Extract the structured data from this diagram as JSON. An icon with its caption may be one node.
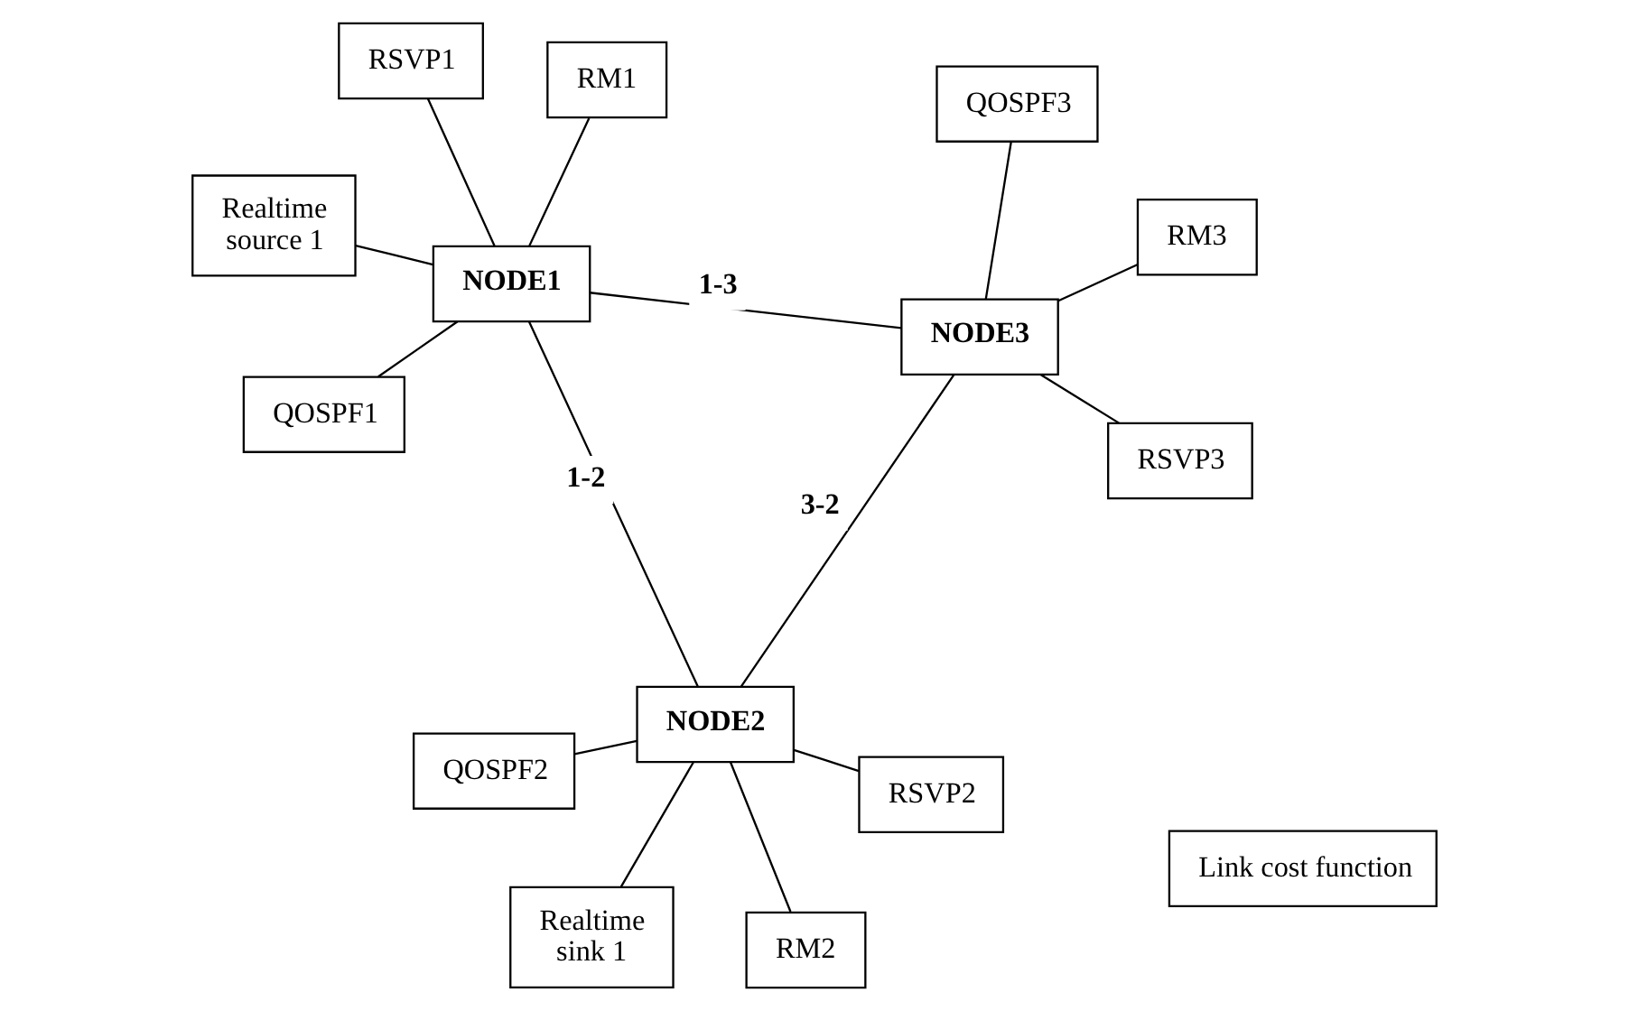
{
  "diagram": {
    "nodes": [
      {
        "text": [
          "Realtime source 1"
        ]
      },
      {
        "text": [
          "RM1"
        ]
      },
      {
        "text": [
          "QOSPF1"
        ]
      },
      {
        "text": [
          "RSVP1"
        ]
      },
      {
        "text": [
          "NODE1"
        ]
      },
      {
        "text": [
          "QOSPF2"
        ]
      },
      {
        "text": [
          "Realtime sink 1"
        ]
      },
      {
        "text": [
          "NODE2"
        ]
      },
      {
        "text": [
          "RM2"
        ]
      },
      {
        "text": [
          "RSVP2"
        ]
      },
      {
        "text": [
          "RSVP3"
        ]
      },
      {
        "text": [
          "NODE3"
        ]
      },
      {
        "text": [
          "RM3"
        ]
      },
      {
        "text": [
          "QOSPF3"
        ]
      },
      {
        "text": [
          "Link cost function"
        ]
      }
    ],
    "edges": [
      {
        "from": 1,
        "to": 4,
        "arrow": "none"
      },
      {
        "from": 0,
        "to": 4,
        "arrow": "none"
      },
      {
        "from": 2,
        "to": 4,
        "arrow": "none"
      },
      {
        "from": 3,
        "to": 4,
        "arrow": "none"
      },
      {
        "from": 4,
        "to": 7,
        "arrow": "none",
        "label": "1-2"
      },
      {
        "from": 4,
        "to": 11,
        "arrow": "none",
        "label": "1-3"
      },
      {
        "from": 11,
        "to": 7,
        "arrow": "none",
        "label": "3-2"
      },
      {
        "from": 5,
        "to": 7,
        "arrow": "none"
      },
      {
        "from": 6,
        "to": 7,
        "arrow": "none"
      },
      {
        "from": 8,
        "to": 7,
        "arrow": "none"
      },
      {
        "from": 9,
        "to": 7,
        "arrow": "none"
      },
      {
        "from": 10,
        "to": 11,
        "arrow": "none"
      },
      {
        "from": 12,
        "to": 11,
        "arrow": "none"
      },
      {
        "from": 13,
        "to": 11,
        "arrow": "none"
      }
    ]
  }
}
